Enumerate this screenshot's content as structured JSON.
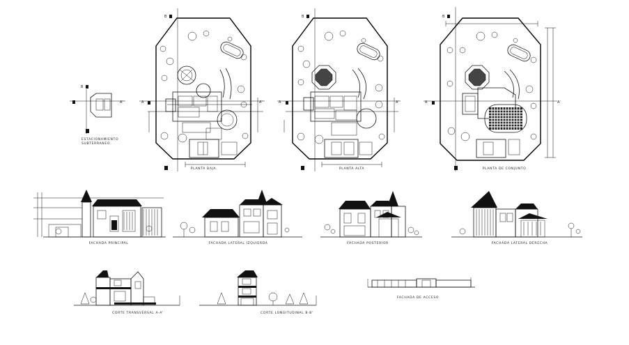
{
  "sheet": {
    "plans": {
      "ground_floor": {
        "title": "PLANTA BAJA"
      },
      "upper_floor": {
        "title": "PLANTA ALTA"
      },
      "site": {
        "title": "PLANTA DE CONJUNTO"
      },
      "section_marks": {
        "b": "B",
        "a": "A",
        "a_prime": "A'"
      }
    },
    "parking": {
      "title_line1": "ESTACIONAMIENTO",
      "title_line2": "SUBTERRANEO"
    },
    "elevations": {
      "principal": "FACHADA PRINCIPAL",
      "lateral_left": "FACHADA LATERAL IZQUIERDA",
      "rear": "FACHADA POSTERIOR",
      "lateral_right": "FACHADA LATERAL DERECHA"
    },
    "sections": {
      "transversal": "CORTE TRANSVERSAL A-A'",
      "longitudinal": "CORTE LONGITUDINAL B-B'"
    },
    "access": {
      "title": "FACHADA DE ACCESO"
    }
  }
}
